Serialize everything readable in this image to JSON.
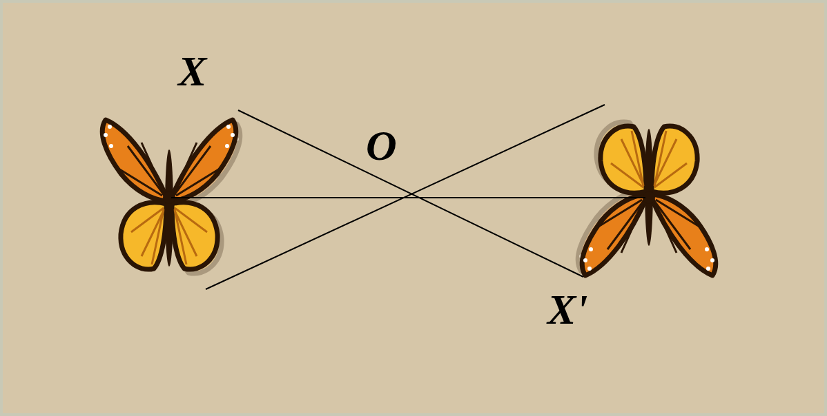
{
  "diagram": {
    "labels": [
      "X",
      "O",
      "X'"
    ]
  }
}
